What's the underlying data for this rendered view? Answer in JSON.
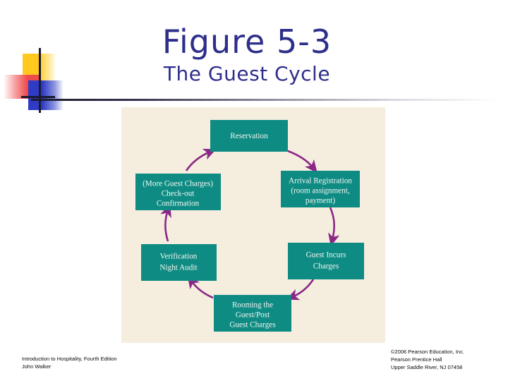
{
  "slide": {
    "title_main": "Figure 5-3",
    "title_sub": "The Guest Cycle",
    "title_color": "#2E2E8B",
    "background_color": "#FFFFFF"
  },
  "decoration": {
    "name": "corner-accent-motif",
    "yellow": "#FFC91F",
    "red": "#F04A4A",
    "blue": "#2E3BC4",
    "line": "#1A1A2E"
  },
  "divider": {
    "color_start": "#1A1A2E",
    "color_end": "#FFFFFF"
  },
  "figure": {
    "panel_background": "#F5EEDF",
    "node_fill": "#0E8C84",
    "node_text_color": "#F4F7F2",
    "arrow_color": "#8B2887",
    "nodes": [
      {
        "id": "reservation",
        "lines": [
          "Reservation"
        ]
      },
      {
        "id": "arrival-registration",
        "lines": [
          "Arrival Registration",
          "(room assignment,",
          "payment)"
        ]
      },
      {
        "id": "guest-incurs-charges",
        "lines": [
          "Guest Incurs",
          "Charges"
        ]
      },
      {
        "id": "rooming-the-guest",
        "lines": [
          "Rooming the",
          "Guest/Post",
          "Guest Charges"
        ]
      },
      {
        "id": "verification-night-audit",
        "lines": [
          "Verification",
          "Night Audit"
        ]
      },
      {
        "id": "check-out-confirmation",
        "lines": [
          "(More Guest Charges)",
          "Check-out",
          "Confirmation"
        ]
      }
    ],
    "flow_order": [
      "Reservation",
      "Arrival Registration (room assignment, payment)",
      "Guest Incurs Charges",
      "Rooming the Guest/Post Guest Charges",
      "Verification Night Audit",
      "(More Guest Charges) Check-out Confirmation"
    ]
  },
  "footer_left": {
    "line1": "Introduction to Hospitality, Fourth Edition",
    "line2": "John Walker"
  },
  "footer_right": {
    "line1": "©2006 Pearson Education, Inc.",
    "line2": "Pearson Prentice Hall",
    "line3": "Upper Saddle River, NJ 07458"
  }
}
